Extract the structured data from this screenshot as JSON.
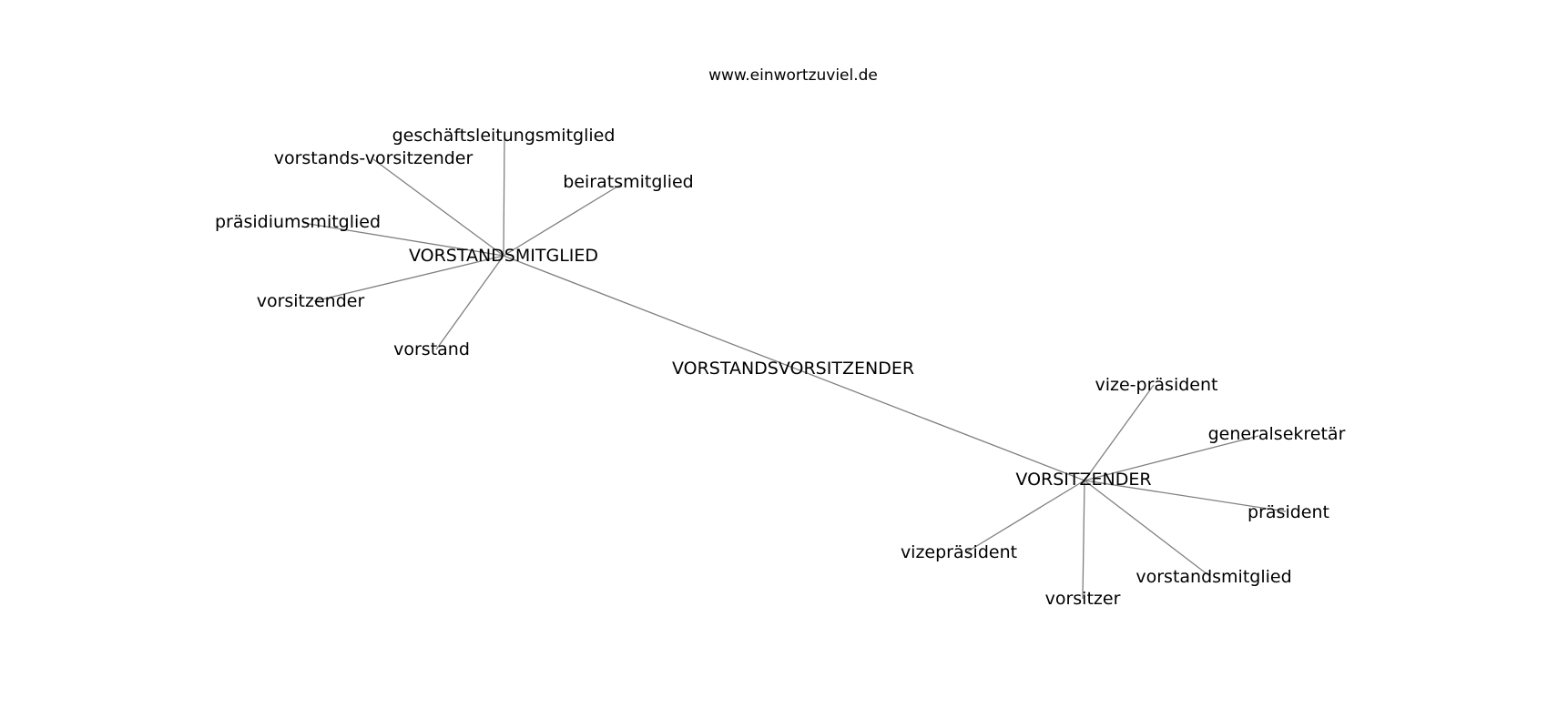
{
  "site_label": "www.einwortzuviel.de",
  "center_word": "VORSTANDSVORSITZENDER",
  "groups": [
    {
      "hub": "VORSTANDSMITGLIED",
      "neighbors": [
        "geschäftsleitungsmitglied",
        "vorstands-vorsitzender",
        "beiratsmitglied",
        "präsidiumsmitglied",
        "vorsitzender",
        "vorstand"
      ]
    },
    {
      "hub": "VORSITZENDER",
      "neighbors": [
        "vize-präsident",
        "generalsekretär",
        "präsident",
        "vizepräsident",
        "vorstandsmitglied",
        "vorsitzer"
      ]
    }
  ],
  "colors": {
    "edge": "#808080",
    "text": "#000000",
    "background": "#ffffff"
  }
}
